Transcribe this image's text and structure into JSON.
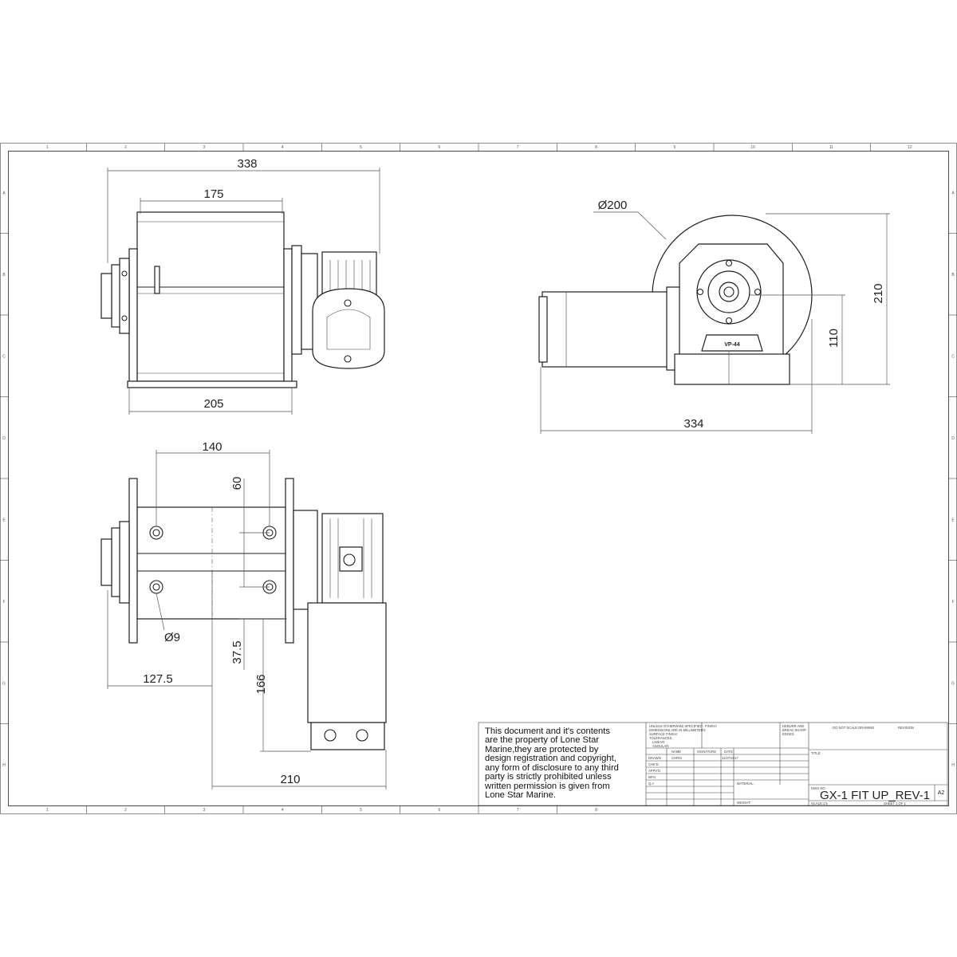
{
  "drawing": {
    "zones_top": [
      "1",
      "2",
      "3",
      "4",
      "5",
      "6",
      "7",
      "8",
      "9",
      "10",
      "11",
      "12"
    ],
    "zones_bottom": [
      "1",
      "2",
      "3",
      "4",
      "5",
      "6",
      "7",
      "8"
    ],
    "zones_side": [
      "A",
      "B",
      "C",
      "D",
      "E",
      "F",
      "G",
      "H"
    ],
    "dimensions": {
      "top_overall": "338",
      "top_drum": "175",
      "top_base": "205",
      "side_diameter": "Ø200",
      "side_height": "210",
      "side_center_height": "110",
      "side_length": "334",
      "front_hole_spacing": "140",
      "front_hole_vertical": "60",
      "front_hole_dia": "Ø9",
      "front_offset_x": "127.5",
      "front_offset_y": "37.5",
      "front_motor_drop": "166",
      "front_motor_offset": "210"
    },
    "motor_label": "VP-44"
  },
  "title_block": {
    "notice": [
      "This document and it's contents",
      "are the property of Lone Star",
      "Marine,they are protected by",
      "design registration and copyright,",
      "any form of disclosure to any third",
      "party is strictly prohibited unless",
      "written permission is given from",
      "Lone Star Marine."
    ],
    "tolerance_notes": [
      "UNLESS OTHERWISE SPECIFIED:",
      "DIMENSIONS ARE IN MILLIMETERS",
      "SURFACE FINISH:",
      "TOLERANCES:",
      "LINEAR:",
      "ANGULAR:"
    ],
    "finish_label": "FINISH:",
    "deburr_label": [
      "DEBURR AND",
      "BREAK SHARP",
      "EDGES"
    ],
    "do_not_scale": "DO NOT SCALE DRAWING",
    "revision_label": "REVISION",
    "col_name": "NAME",
    "col_signature": "SIGNATURE",
    "col_date": "DATE",
    "row_labels": [
      "DRAWN",
      "CHK'D",
      "APPV'D",
      "MFG",
      "Q.A"
    ],
    "drawn_name": "CHRIS",
    "drawn_date": "11/27/2017",
    "title_label": "TITLE:",
    "material_label": "MATERIAL:",
    "weight_label": "WEIGHT:",
    "dwg_no_label": "DWG NO.",
    "dwg_no": "GX-1 FIT UP_REV-1",
    "sheet_size": "A2",
    "scale": "SCALE:1:5",
    "sheet": "SHEET 1 OF 1"
  }
}
